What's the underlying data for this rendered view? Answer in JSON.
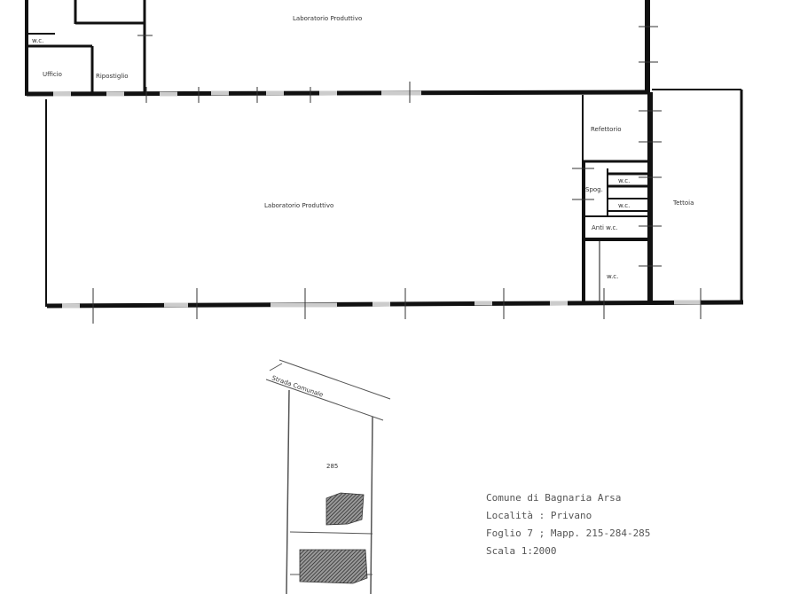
{
  "rooms": {
    "laboratorio_top": "Laboratorio Produttivo",
    "laboratorio_main": "Laboratorio Produttivo",
    "ufficio": "Ufficio",
    "ripostiglio": "Ripostiglio",
    "wc_top": "w.c.",
    "refettorio": "Refettorio",
    "tettoia": "Tettoia",
    "spogliatoio": "Spog.",
    "wc_a": "w.c.",
    "wc_b": "w.c.",
    "anti_wc": "Anti w.c.",
    "wc_c": "w.c."
  },
  "site": {
    "road": "Strada Comunale",
    "lot_label": "285"
  },
  "legend": {
    "comune": "Comune di Bagnaria Arsa",
    "localita": "Località : Privano",
    "foglio": "Foglio 7 ; Mapp. 215-284-285",
    "scala": "Scala 1:2000"
  },
  "colors": {
    "wall": "#111111",
    "opening": "#bbbbbb",
    "hatch": "#444444"
  }
}
